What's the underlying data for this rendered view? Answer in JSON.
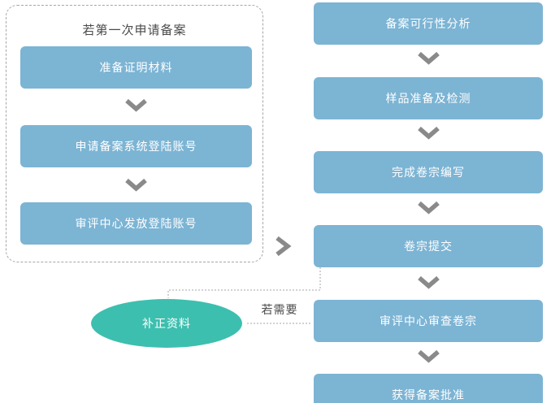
{
  "left_panel": {
    "title": "若第一次申请备案",
    "steps": [
      {
        "label": "准备证明材料"
      },
      {
        "label": "申请备案系统登陆账号"
      },
      {
        "label": "审评中心发放登陆账号"
      }
    ]
  },
  "main_flow": {
    "steps": [
      {
        "label": "备案可行性分析"
      },
      {
        "label": "样品准备及检测"
      },
      {
        "label": "完成卷宗编写"
      },
      {
        "label": "卷宗提交"
      },
      {
        "label": "审评中心审查卷宗"
      },
      {
        "label": "获得备案批准"
      }
    ]
  },
  "supplement": {
    "label": "补正资料",
    "condition": "若需要"
  },
  "colors": {
    "box_blue": "#7CB4D4",
    "ellipse_teal": "#3DBFAF",
    "chevron_gray": "#8A8A8A",
    "dash_gray": "#A6A6A6",
    "text_dark": "#4A4A4A"
  }
}
